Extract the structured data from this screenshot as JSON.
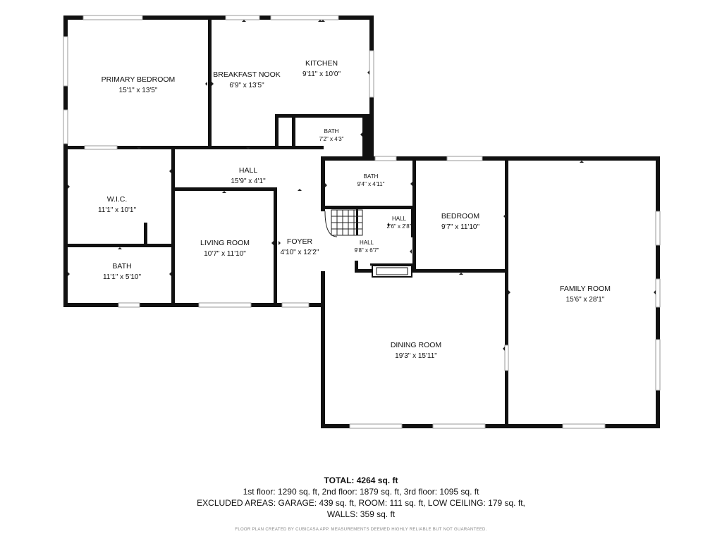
{
  "rooms": {
    "primary_bedroom": {
      "name": "PRIMARY BEDROOM",
      "dims": "15'1\" x 13'5\""
    },
    "breakfast_nook": {
      "name": "BREAKFAST NOOK",
      "dims": "6'9\" x 13'5\""
    },
    "kitchen": {
      "name": "KITCHEN",
      "dims": "9'11\" x 10'0\""
    },
    "bath_upper": {
      "name": "BATH",
      "dims": "7'2\" x 4'3\""
    },
    "hall_upper": {
      "name": "HALL",
      "dims": "15'9\" x 4'1\""
    },
    "bath_mid": {
      "name": "BATH",
      "dims": "9'4\" x 4'11\""
    },
    "wic": {
      "name": "W.I.C.",
      "dims": "11'1\" x 10'1\""
    },
    "hall_small": {
      "name": "HALL",
      "dims": "2'6\" x 2'8\""
    },
    "bedroom": {
      "name": "BEDROOM",
      "dims": "9'7\" x 11'10\""
    },
    "living_room": {
      "name": "LIVING ROOM",
      "dims": "10'7\" x 11'10\""
    },
    "foyer": {
      "name": "FOYER",
      "dims": "4'10\" x 12'2\""
    },
    "hall_lower": {
      "name": "HALL",
      "dims": "9'8\" x 6'7\""
    },
    "bath_lower": {
      "name": "BATH",
      "dims": "11'1\" x 5'10\""
    },
    "family_room": {
      "name": "FAMILY ROOM",
      "dims": "15'6\" x 28'1\""
    },
    "dining_room": {
      "name": "DINING ROOM",
      "dims": "19'3\" x 15'11\""
    }
  },
  "summary": {
    "total": "TOTAL: 4264 sq. ft",
    "floors": "1st floor: 1290 sq. ft, 2nd floor: 1879 sq. ft, 3rd floor: 1095 sq. ft",
    "excluded_line1": "EXCLUDED AREAS: GARAGE: 439 sq. ft, ROOM: 111 sq. ft, LOW CEILING: 179 sq. ft,",
    "excluded_line2": "WALLS: 359 sq. ft",
    "disclaimer": "FLOOR PLAN CREATED BY CUBICASA APP. MEASUREMENTS DEEMED HIGHLY RELIABLE BUT NOT GUARANTEED."
  }
}
